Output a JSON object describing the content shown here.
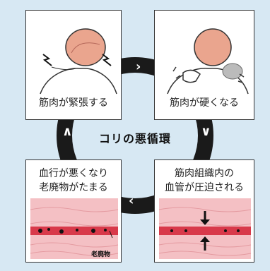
{
  "center_title": "コリの悪循環",
  "panels": {
    "tense": {
      "label": "筋肉が緊張する"
    },
    "hard": {
      "label": "筋肉が硬くなる"
    },
    "compress": {
      "label_line1": "筋肉組織内の",
      "label_line2": "血管が圧迫される"
    },
    "circulation": {
      "label_line1": "血行が悪くなり",
      "label_line2": "老廃物がたまる",
      "note": "老廃物"
    }
  },
  "colors": {
    "background": "#d7e8f3",
    "ring": "#1a1a1a",
    "vessel": "#d8394a",
    "tissue": "#f4c0c4",
    "skin": "#eaa58e"
  }
}
